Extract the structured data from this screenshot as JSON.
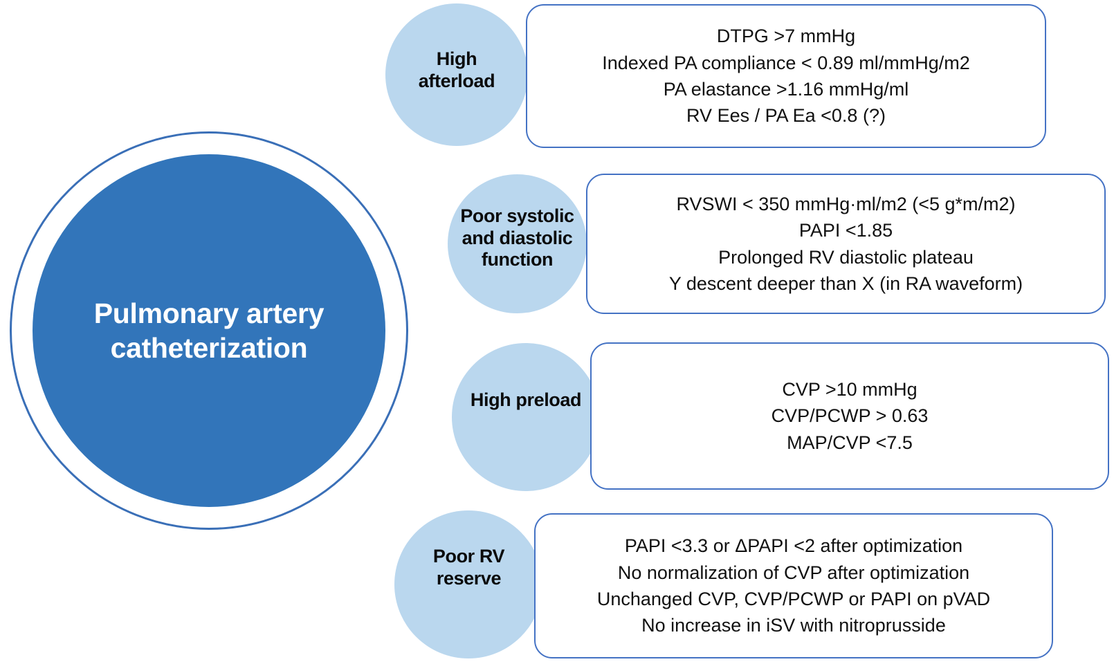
{
  "hub": {
    "label": "Pulmonary artery\ncatheterization",
    "fill_color": "#3275BA",
    "ring_color": "#3A6FB7",
    "text_color": "#FFFFFF"
  },
  "branch_circle_color": "#BAD7EE",
  "box_border_color": "#4472C4",
  "branches": [
    {
      "id": "high-afterload",
      "label": "High\nafterload",
      "criteria": [
        "DTPG >7 mmHg",
        "Indexed PA compliance < 0.89 ml/mmHg/m2",
        "PA elastance >1.16 mmHg/ml",
        "RV Ees / PA Ea <0.8 (?)"
      ],
      "criteria_text": "DTPG >7 mmHg\nIndexed PA compliance < 0.89 ml/mmHg/m2\nPA elastance >1.16 mmHg/ml\nRV Ees / PA Ea <0.8 (?)"
    },
    {
      "id": "poor-systolic-and-diastolic-function",
      "label": "Poor systolic\nand diastolic\nfunction",
      "criteria": [
        "RVSWI < 350 mmHg·ml/m2 (<5 g*m/m2)",
        "PAPI <1.85",
        "Prolonged RV diastolic plateau",
        "Y descent deeper than X (in RA waveform)"
      ],
      "criteria_text": "RVSWI < 350 mmHg·ml/m2 (<5 g*m/m2)\nPAPI <1.85\nProlonged RV diastolic plateau\nY descent deeper than X (in RA waveform)"
    },
    {
      "id": "high-preload",
      "label": "High preload",
      "criteria": [
        "CVP >10 mmHg",
        "CVP/PCWP > 0.63",
        "MAP/CVP <7.5"
      ],
      "criteria_text": "CVP >10 mmHg\nCVP/PCWP > 0.63\nMAP/CVP <7.5"
    },
    {
      "id": "poor-rv-reserve",
      "label": "Poor RV\nreserve",
      "criteria": [
        "PAPI <3.3 or ΔPAPI <2 after optimization",
        "No normalization of CVP after optimization",
        "Unchanged CVP, CVP/PCWP or PAPI on pVAD",
        "No increase in iSV with nitroprusside"
      ],
      "criteria_text": "PAPI <3.3 or ΔPAPI <2 after optimization\nNo normalization of CVP after optimization\nUnchanged CVP, CVP/PCWP or PAPI on pVAD\nNo increase in iSV with nitroprusside"
    }
  ]
}
